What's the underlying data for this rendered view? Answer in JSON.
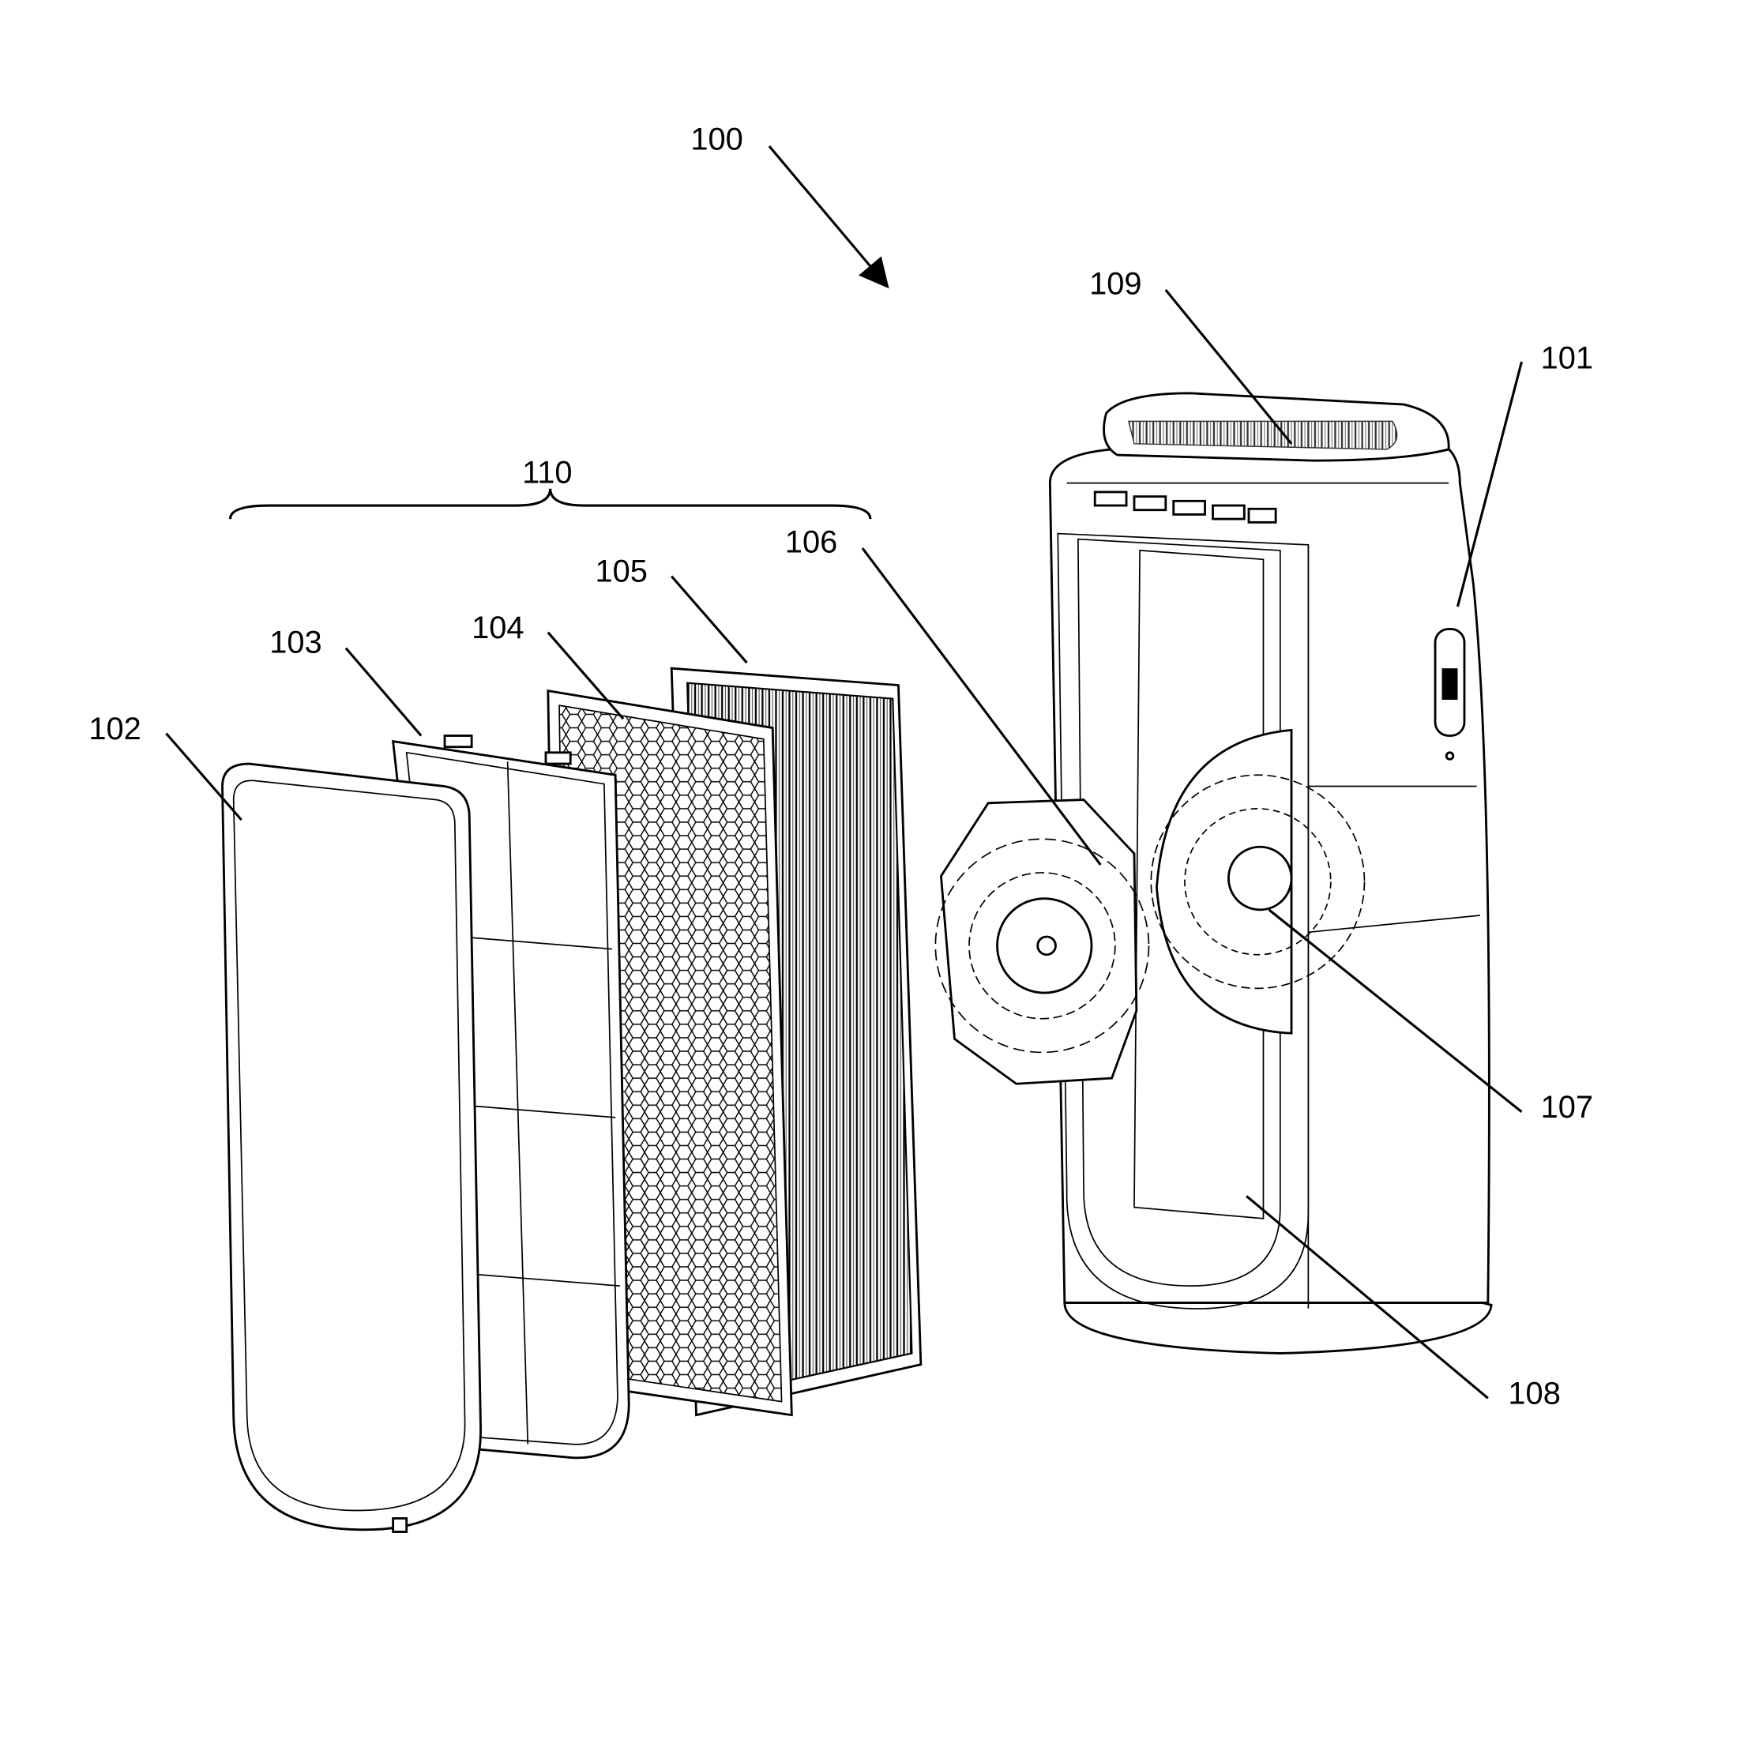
{
  "figure": {
    "labels": {
      "assembly": "100",
      "body": "101",
      "front_cover": "102",
      "pre_filter_frame": "103",
      "carbon_filter": "104",
      "hepa_filter": "105",
      "fan_grille": "106",
      "fan": "107",
      "filter_chamber": "108",
      "air_outlet": "109",
      "filter_group": "110"
    }
  }
}
